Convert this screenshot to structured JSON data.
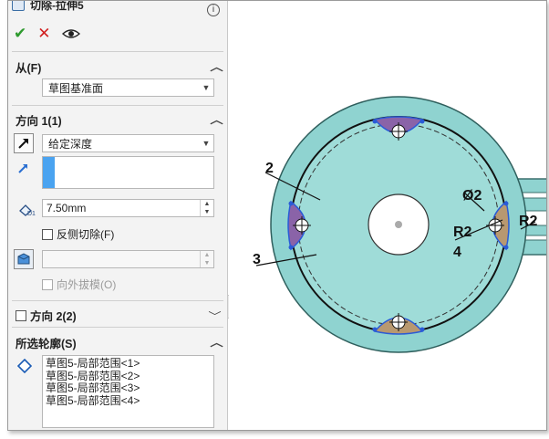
{
  "feature": {
    "title": "切除-拉伸5"
  },
  "from": {
    "header": "从(F)",
    "selected": "草图基准面"
  },
  "direction1": {
    "header": "方向 1(1)",
    "end_condition": "给定深度",
    "depth_value": "7.50mm",
    "flip_label": "反侧切除(F)",
    "draft_label": "向外拔模(O)"
  },
  "direction2": {
    "label": "方向 2(2)"
  },
  "contours": {
    "header": "所选轮廓(S)",
    "items": [
      "草图5-局部范围<1>",
      "草图5-局部范围<2>",
      "草图5-局部范围<3>",
      "草图5-局部范围<4>"
    ]
  },
  "viewport": {
    "dimensions": [
      "2",
      "3",
      "Ø2",
      "R2",
      "R2",
      "4"
    ],
    "part_color": "#8fd3d0",
    "accent_color": "#2a5bd7"
  }
}
